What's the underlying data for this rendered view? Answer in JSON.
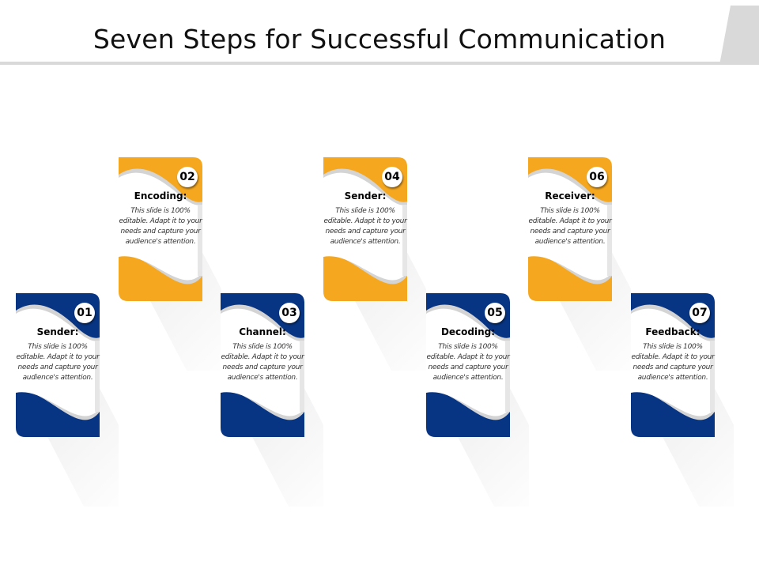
{
  "title": "Seven Steps for Successful Communication",
  "colors": {
    "yellow": "#F5A81F",
    "blue": "#073583",
    "rule": "#D9D9D9"
  },
  "steps": [
    {
      "number": "01",
      "title": "Sender:",
      "text": "This slide is 100% editable. Adapt it to your needs and capture your audience's attention.",
      "color": "blue"
    },
    {
      "number": "02",
      "title": "Encoding:",
      "text": "This slide is 100% editable. Adapt it to your needs and capture your audience's attention.",
      "color": "yellow"
    },
    {
      "number": "03",
      "title": "Channel:",
      "text": "This slide is 100% editable. Adapt it to your needs and capture your audience's attention.",
      "color": "blue"
    },
    {
      "number": "04",
      "title": "Sender:",
      "text": "This slide is 100% editable. Adapt it to your needs and capture your audience's attention.",
      "color": "yellow"
    },
    {
      "number": "05",
      "title": "Decoding:",
      "text": "This slide is 100% editable. Adapt it to your needs and capture your audience's attention.",
      "color": "blue"
    },
    {
      "number": "06",
      "title": "Receiver:",
      "text": "This slide is 100% editable. Adapt it to your needs and capture your audience's attention.",
      "color": "yellow"
    },
    {
      "number": "07",
      "title": "Feedback:",
      "text": "This slide is 100% editable. Adapt it to your needs and capture your audience's attention.",
      "color": "blue"
    }
  ]
}
